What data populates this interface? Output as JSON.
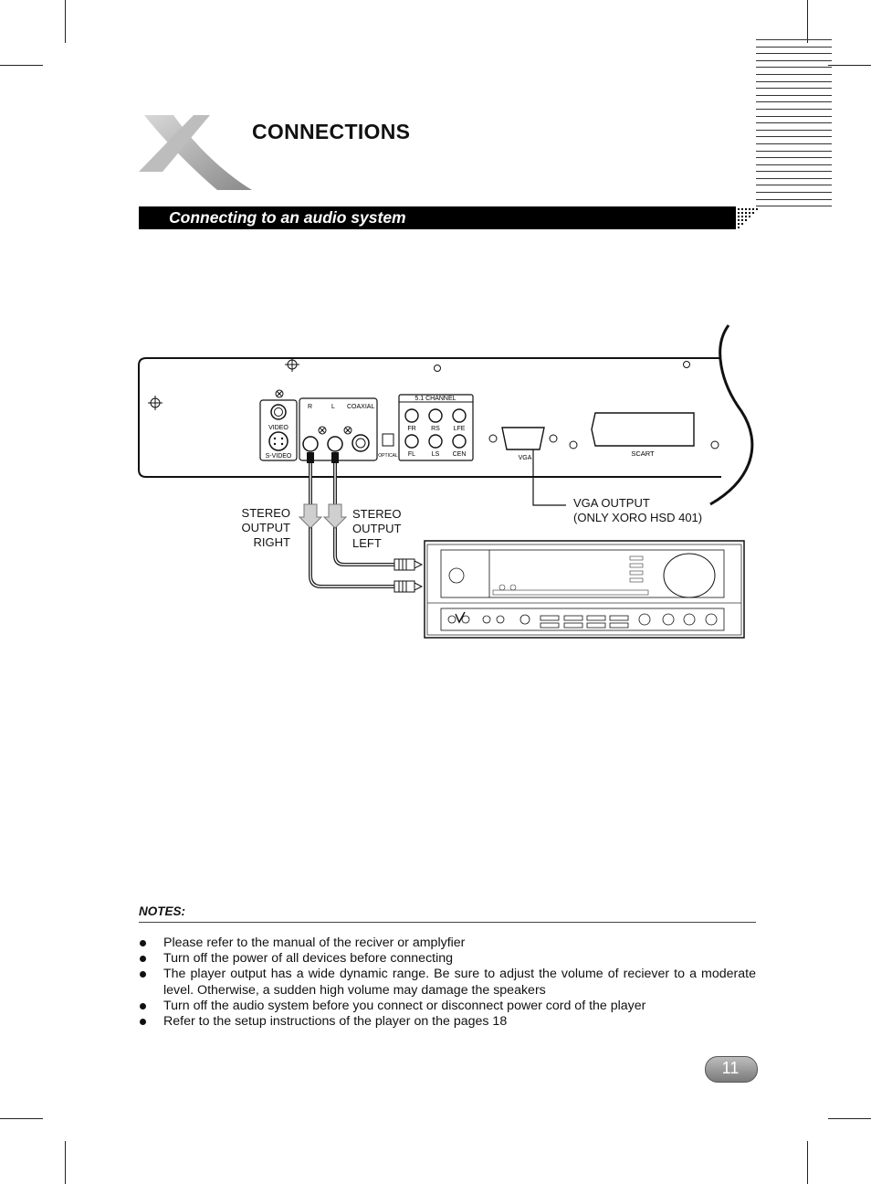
{
  "header": {
    "title": "CONNECTIONS",
    "section_banner": "Connecting to an audio system"
  },
  "diagram": {
    "player_rear_panel": {
      "video_label": "VIDEO",
      "svideo_label": "S-VIDEO",
      "r_label": "R",
      "l_label": "L",
      "coaxial_label": "COAXIAL",
      "optical_label": "OPTICAL",
      "channel_header": "5.1 CHANNEL",
      "fr_label": "FR",
      "rs_label": "RS",
      "lfe_label": "LFE",
      "fl_label": "FL",
      "ls_label": "LS",
      "cen_label": "CEN",
      "vga_label": "VGA",
      "scart_label": "SCART"
    },
    "stereo_right": [
      "STEREO",
      "OUTPUT",
      "RIGHT"
    ],
    "stereo_left": [
      "STEREO",
      "OUTPUT",
      "LEFT"
    ],
    "vga_output": [
      "VGA OUTPUT",
      "(ONLY XORO HSD 401)"
    ]
  },
  "notes": {
    "heading": "NOTES:",
    "items": [
      "Please refer to the manual of the reciver or amplyfier",
      "Turn off the power of all devices before connecting",
      "The player output has a wide dynamic range.  Be sure to adjust the volume of reciever to a moderate level. Otherwise, a sudden high volume may damage the speakers",
      "Turn off the audio system before you connect or disconnect power cord of the player",
      "Refer to the setup instructions of the player on the pages 18"
    ]
  },
  "footer": {
    "page_number": "11"
  },
  "colors": {
    "banner": "#000000",
    "ink": "#111111",
    "badge": "#9a9a9a"
  },
  "icons": {
    "logo": "xoro-x-logo",
    "bullet": "bullet-dot-icon"
  }
}
